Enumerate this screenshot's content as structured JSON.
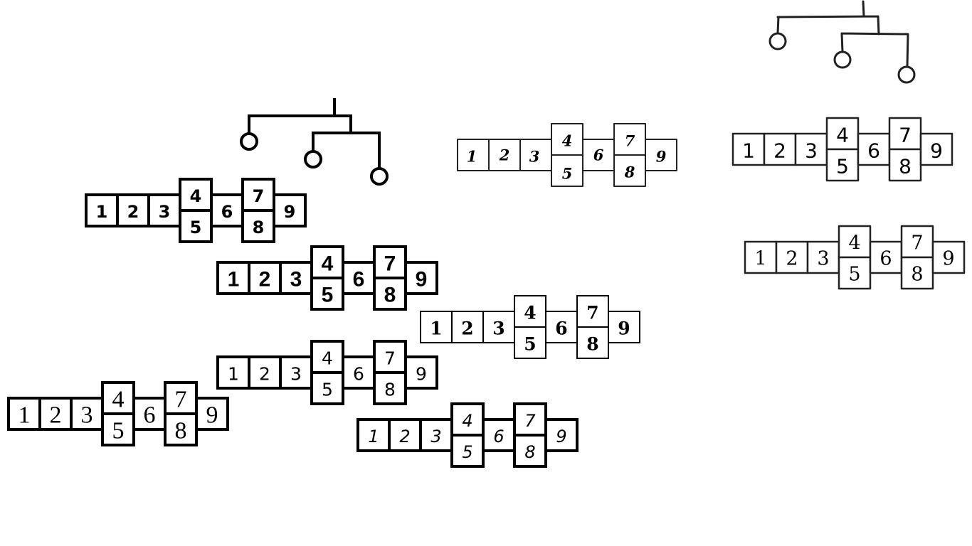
{
  "colors": {
    "ink": "#000000",
    "background": "#ffffff"
  },
  "grids": [
    {
      "labels": [
        "1",
        "2",
        "3",
        "4",
        "5",
        "6",
        "7",
        "8",
        "9"
      ],
      "style": "bold-sans"
    },
    {
      "labels": [
        "1",
        "2",
        "3",
        "4",
        "5",
        "6",
        "7",
        "8",
        "9"
      ],
      "style": "heavy-sans"
    },
    {
      "labels": [
        "1",
        "2",
        "3",
        "4",
        "5",
        "6",
        "7",
        "8",
        "9"
      ],
      "style": "bold-serif"
    },
    {
      "labels": [
        "1",
        "2",
        "3",
        "4",
        "5",
        "6",
        "7",
        "8",
        "9"
      ],
      "style": "light-sans"
    },
    {
      "labels": [
        "1",
        "2",
        "3",
        "4",
        "5",
        "6",
        "7",
        "8",
        "9"
      ],
      "style": "light-serif"
    },
    {
      "labels": [
        "1",
        "2",
        "3",
        "4",
        "5",
        "6",
        "7",
        "8",
        "9"
      ],
      "style": "italic"
    },
    {
      "labels": [
        "1",
        "2",
        "3",
        "4",
        "5",
        "6",
        "7",
        "8",
        "9"
      ],
      "style": "blackletter"
    },
    {
      "labels": [
        "1",
        "2",
        "3",
        "4",
        "5",
        "6",
        "7",
        "8",
        "9"
      ],
      "style": "sketch-sans"
    },
    {
      "labels": [
        "1",
        "2",
        "3",
        "4",
        "5",
        "6",
        "7",
        "8",
        "9"
      ],
      "style": "sketch-serif"
    }
  ],
  "trees": [
    {
      "style": "clean"
    },
    {
      "style": "sketch"
    }
  ]
}
